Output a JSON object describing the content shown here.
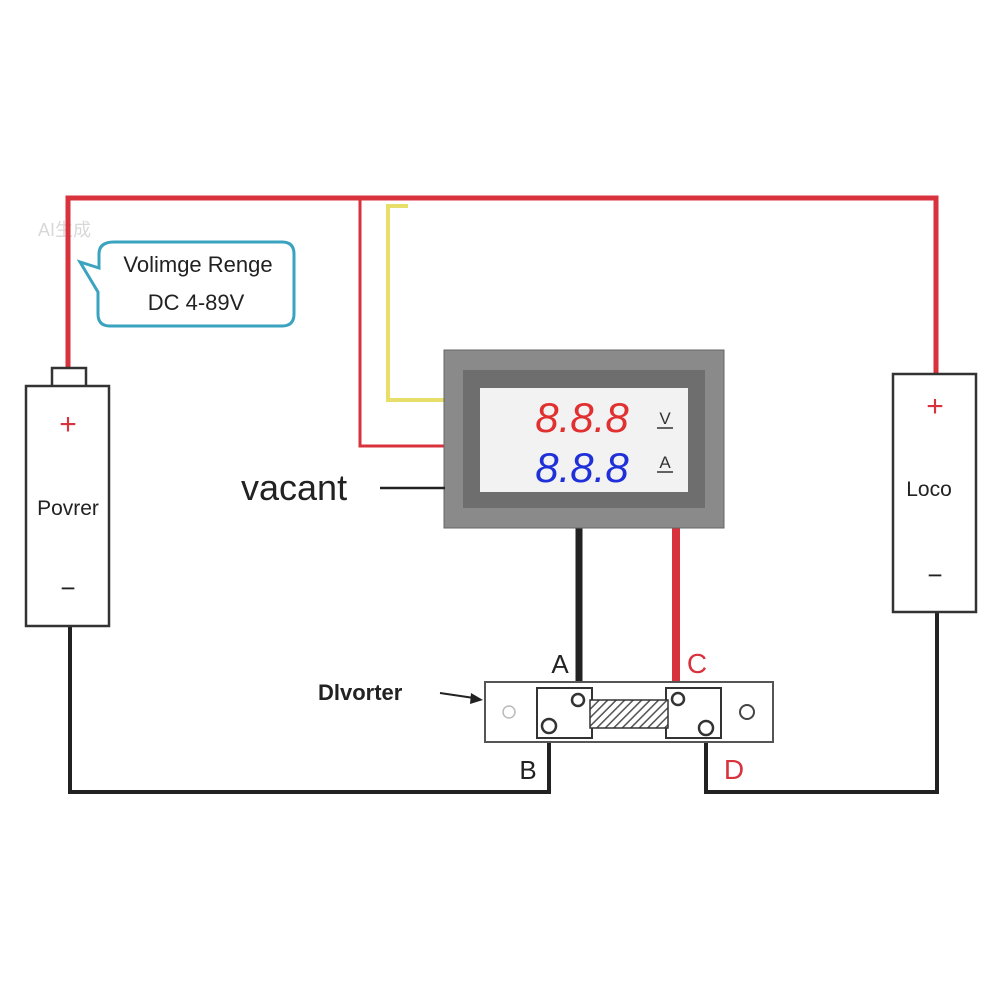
{
  "watermark": "AI生成",
  "callout": {
    "line1": "Volimge Renge",
    "line2": "DC 4-89V"
  },
  "power": {
    "label": "Povrer",
    "plus": "+",
    "minus": "−"
  },
  "load": {
    "label": "Loco",
    "plus": "+",
    "minus": "−"
  },
  "meter": {
    "name": "vacant",
    "voltage_digits": "8.8.8",
    "current_digits": "8.8.8",
    "voltage_unit": "V",
    "current_unit": "A"
  },
  "shunt": {
    "name": "Dlvorter",
    "terminal_a": "A",
    "terminal_b": "B",
    "terminal_c": "C",
    "terminal_d": "D"
  },
  "colors": {
    "positive_wire": "#d8323c",
    "negative_wire": "#222222",
    "sense_wire": "#e8df6a",
    "callout_border": "#3aa3bf",
    "voltage_digits": "#e03030",
    "current_digits": "#2030d8",
    "meter_bezel": "#8a8a8a",
    "meter_frame": "#6e6e6e",
    "display_bg": "#f2f2f2"
  }
}
